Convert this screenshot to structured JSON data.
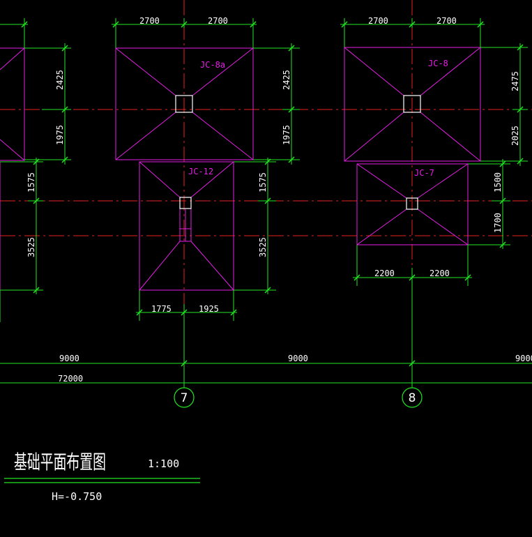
{
  "colors": {
    "background": "#000000",
    "outline": "#e61ee6",
    "dimension": "#22e622",
    "axis": "#e62222",
    "column": "#ffffff",
    "text": "#ffffff"
  },
  "footings": {
    "jc8a": {
      "tag": "JC-8a",
      "width_left": "2700",
      "width_right": "2700",
      "depth_top": "2425",
      "depth_bottom": "1975"
    },
    "jc12": {
      "tag": "JC-12",
      "width_left": "1775",
      "width_right": "1925",
      "depth_top": "1575",
      "depth_bottom": "3525"
    },
    "jc8": {
      "tag": "JC-8",
      "width_left": "2700",
      "width_right": "2700",
      "depth_top": "2475",
      "depth_bottom": "2025"
    },
    "jc7": {
      "tag": "JC-7",
      "width_left": "2200",
      "width_right": "2200",
      "depth_top": "1500",
      "depth_bottom": "1700"
    },
    "left_partial": {
      "depth_top": "2425",
      "depth_bottom": "1975",
      "lower_depth_top": "1575",
      "lower_depth_bottom": "3525"
    }
  },
  "bays": {
    "left": "9000",
    "middle": "9000",
    "right": "9000",
    "total": "72000"
  },
  "axes": {
    "axis_7": "7",
    "axis_8": "8"
  },
  "title": {
    "name": "基础平面布置图",
    "scale": "1:100",
    "elevation": "H=-0.750"
  }
}
